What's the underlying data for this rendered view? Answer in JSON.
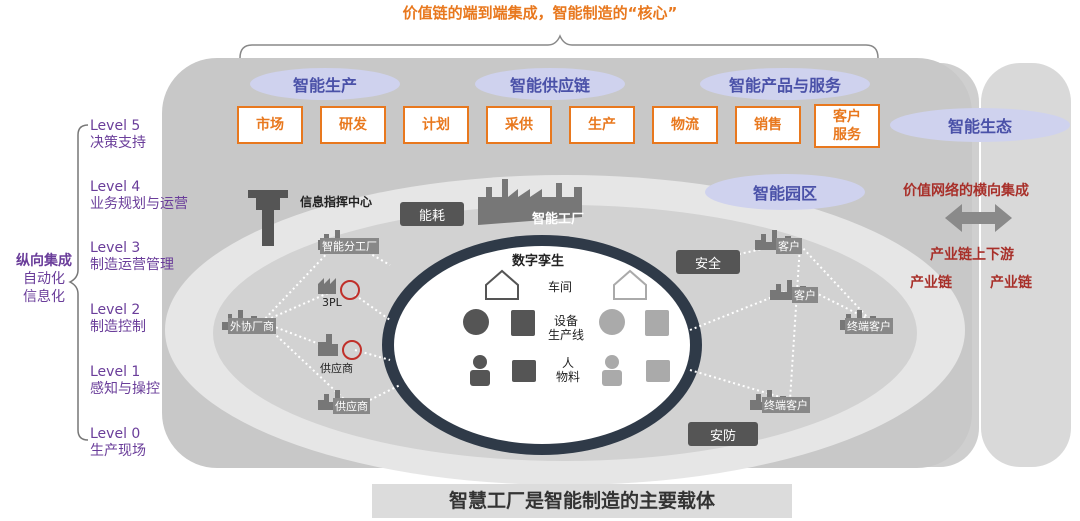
{
  "header": {
    "title": "价值链的端到端集成，智能制造的“核心”"
  },
  "footer": {
    "title": "智慧工厂是智能制造的主要载体"
  },
  "levels": [
    {
      "level": "Level 5",
      "name": "决策支持"
    },
    {
      "level": "Level 4",
      "name": "业务规划与运营"
    },
    {
      "level": "Level 3",
      "name": "制造运营管理"
    },
    {
      "level": "Level 2",
      "name": "制造控制"
    },
    {
      "level": "Level 1",
      "name": "感知与操控"
    },
    {
      "level": "Level 0",
      "name": "生产现场"
    }
  ],
  "vertical": {
    "title": "纵向集成",
    "line1": "自动化",
    "line2": "信息化"
  },
  "pills": {
    "production": "智能生产",
    "supply": "智能供应链",
    "product_service": "智能产品与服务",
    "ecosystem": "智能生态",
    "park": "智能园区"
  },
  "chain_boxes": [
    {
      "label": "市场"
    },
    {
      "label": "研发"
    },
    {
      "label": "计划"
    },
    {
      "label": "采供"
    },
    {
      "label": "生产"
    },
    {
      "label": "物流"
    },
    {
      "label": "销售"
    },
    {
      "label": "客户\n服务"
    }
  ],
  "right_side": {
    "horizontal": "价值网络的横向集成",
    "updown": "产业链上下游",
    "chain_left": "产业链",
    "chain_right": "产业链"
  },
  "factory": {
    "command_center": "信息指挥中心",
    "energy": "能耗",
    "smart_factory": "智能工厂",
    "safety": "安全",
    "security": "安防",
    "digital_twin": "数字孪生",
    "workshop": "车间",
    "equipment_line": "设备\n生产线",
    "people_material": "人\n物料"
  },
  "nodes": {
    "smart_branch": "智能分工厂",
    "third_pl": "3PL",
    "outsource": "外协厂商",
    "supplier1": "供应商",
    "supplier2": "供应商",
    "customer1": "客户",
    "customer2": "客户",
    "end_customer1": "终端客户",
    "end_customer2": "终端客户"
  },
  "colors": {
    "orange": "#e8781e",
    "purple": "#6a3d9a",
    "pill": "#cfd2ee",
    "red": "#a8302a",
    "dark": "#3a4350"
  }
}
